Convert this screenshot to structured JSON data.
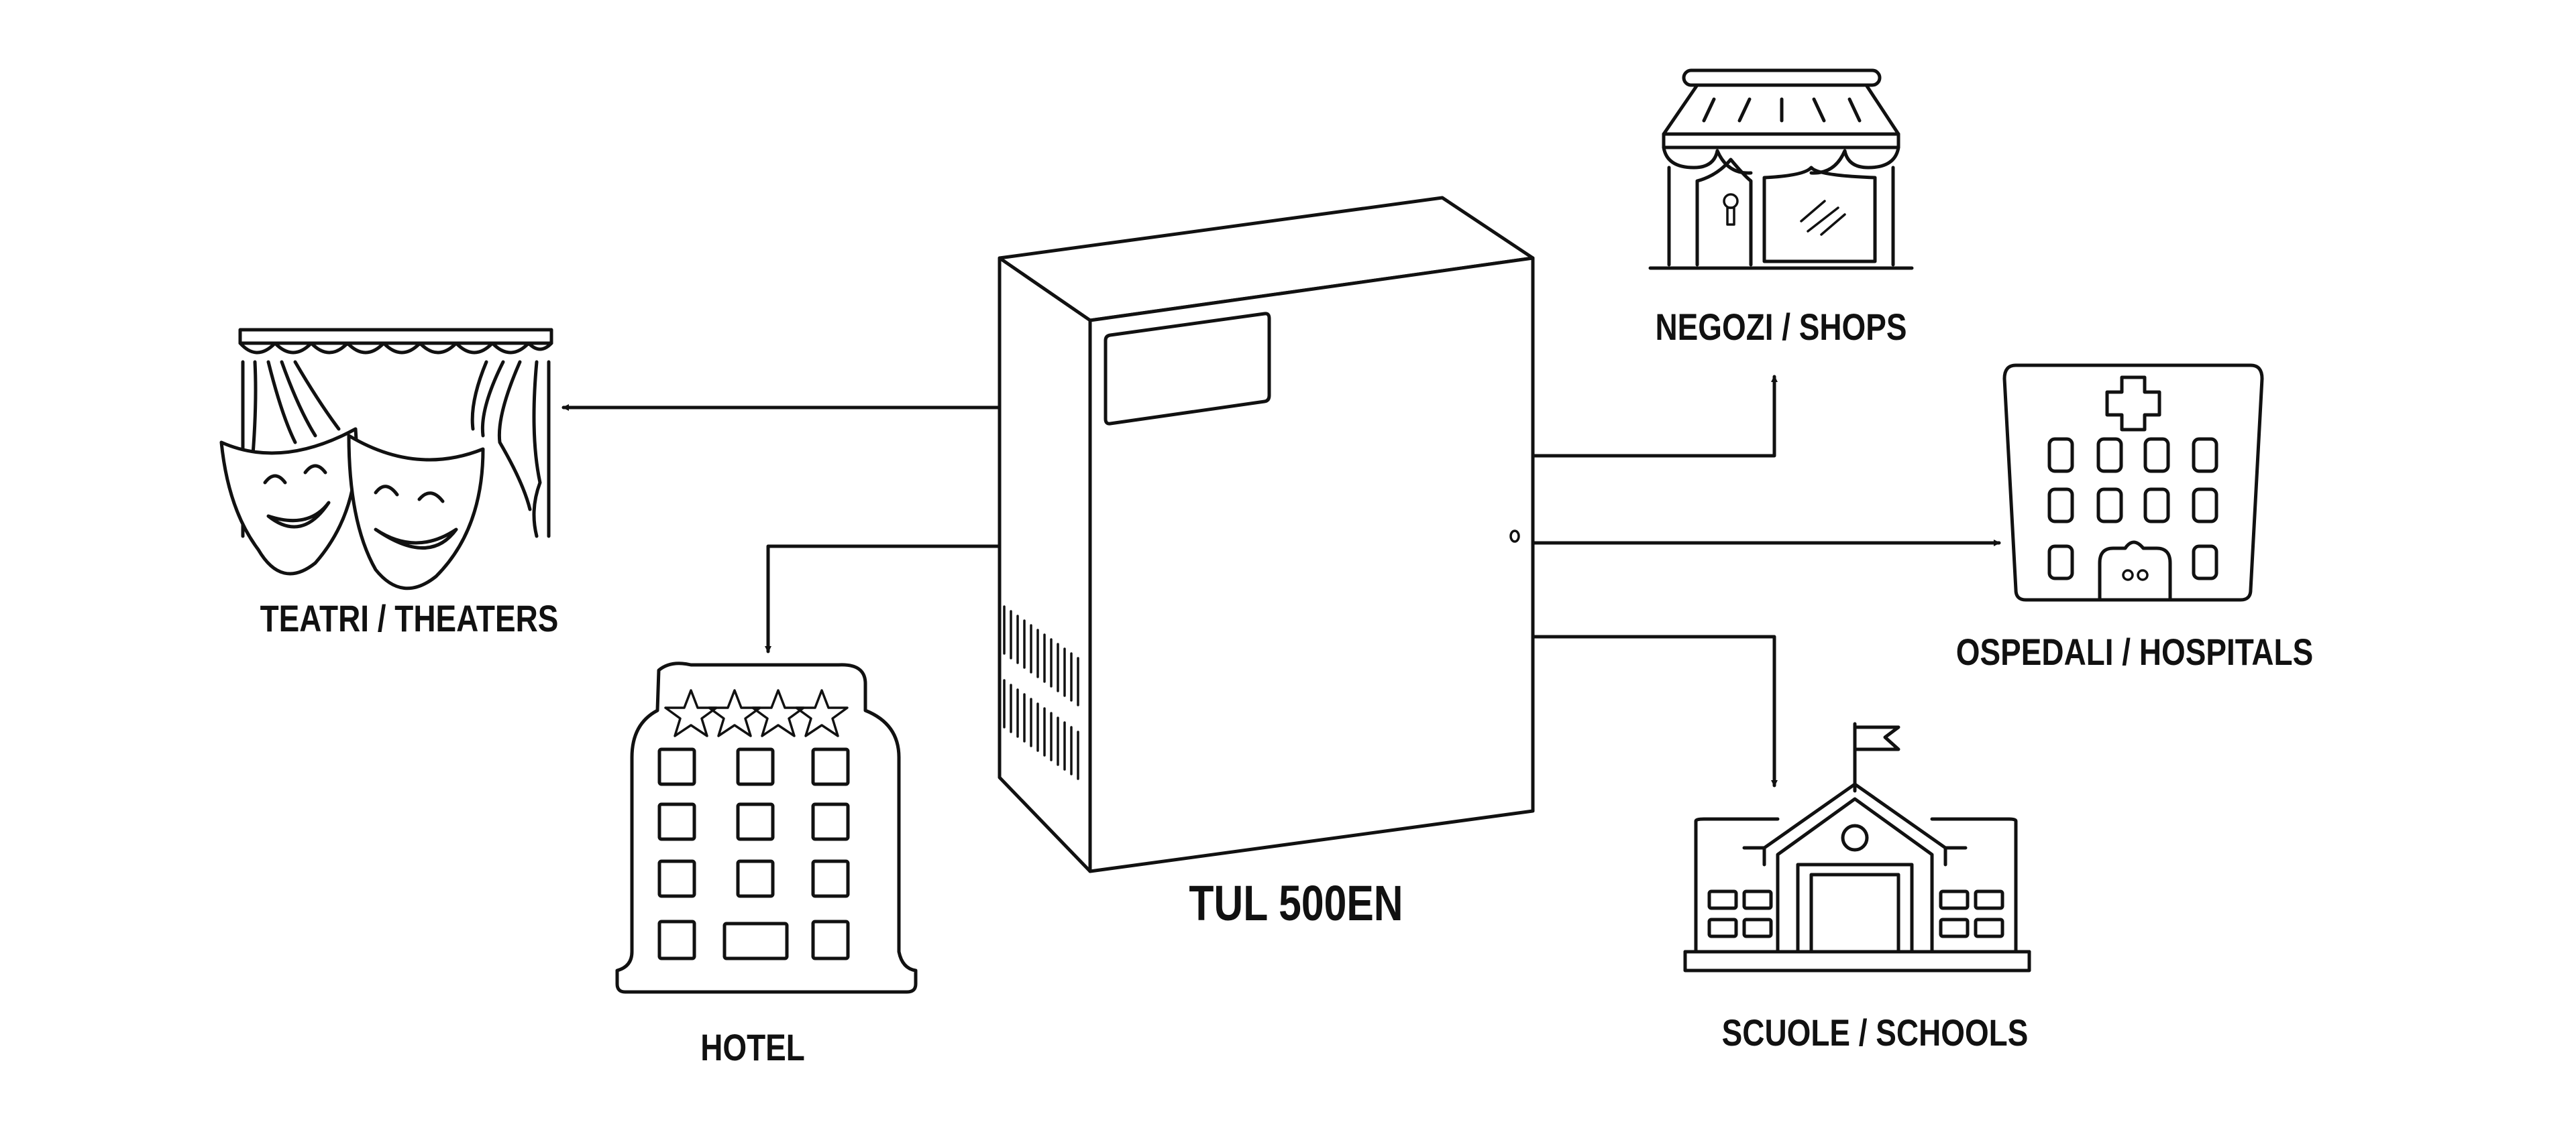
{
  "device": {
    "name": "TUL 500EN"
  },
  "destinations": {
    "theaters": "TEATRI / THEATERS",
    "hotel": "HOTEL",
    "shops": "NEGOZI / SHOPS",
    "hospitals": "OSPEDALI / HOSPITALS",
    "schools": "SCUOLE / SCHOOLS"
  },
  "colors": {
    "line": "#111111",
    "background": "#ffffff"
  }
}
